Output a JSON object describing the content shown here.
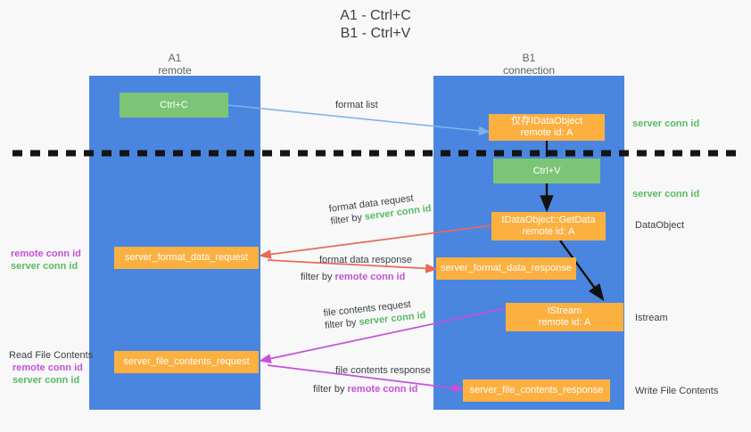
{
  "title": {
    "line1": "A1 - Ctrl+C",
    "line2": "B1 - Ctrl+V"
  },
  "colors": {
    "background": "#f8f8f8",
    "lane": "#4a86e0",
    "node_green": "#7cc576",
    "node_orange": "#fbb040",
    "text_dark": "#3c4043",
    "server_conn": "#57bb63",
    "remote_conn": "#c551d8",
    "arrow_blue": "#7fb3e8",
    "arrow_red": "#e8695a",
    "arrow_purple": "#c551d8",
    "arrow_black": "#111111"
  },
  "lanes": [
    {
      "name": "A1",
      "sub": "remote"
    },
    {
      "name": "B1",
      "sub": "connection"
    }
  ],
  "nodes": {
    "ctrl_c": {
      "line1": "Ctrl+C"
    },
    "ctrl_v": {
      "line1": "Ctrl+V"
    },
    "idataobject": {
      "line1": "仅存IDataObject",
      "line2": "remote id: A"
    },
    "getdata": {
      "line1": "IDataObject::GetData",
      "line2": "remote id: A"
    },
    "istream": {
      "line1": "IStream",
      "line2": "remote id: A"
    },
    "format_data_request": {
      "line1": "server_format_data_request"
    },
    "format_data_response": {
      "line1": "server_format_data_response"
    },
    "file_contents_request": {
      "line1": "server_file_contents_request"
    },
    "file_contents_response": {
      "line1": "server_file_contents_response"
    }
  },
  "edge_labels": {
    "format_list": "format list",
    "format_data_request": {
      "line1": "format data request",
      "filter_prefix": "filter by ",
      "filter_key": "server conn id"
    },
    "format_data_response": {
      "line1": "format data response",
      "filter_prefix": "filter by ",
      "filter_key": "remote conn id"
    },
    "file_contents_request": {
      "line1": "file contents request",
      "filter_prefix": "filter by ",
      "filter_key": "server conn id"
    },
    "file_contents_response": {
      "line1": "file contents response",
      "filter_prefix": "filter by ",
      "filter_key": "remote conn id"
    }
  },
  "left_annotations": {
    "format": {
      "remote": "remote conn id",
      "server": "server conn id"
    },
    "read_file": {
      "heading": "Read File Contents",
      "remote": "remote conn id",
      "server": "server conn id"
    }
  },
  "right_annotations": {
    "server_conn_top": "server conn id",
    "server_conn_mid": "server conn id",
    "dataobject": "DataObject",
    "istream": "Istream",
    "write_file": "Write File Contents"
  }
}
